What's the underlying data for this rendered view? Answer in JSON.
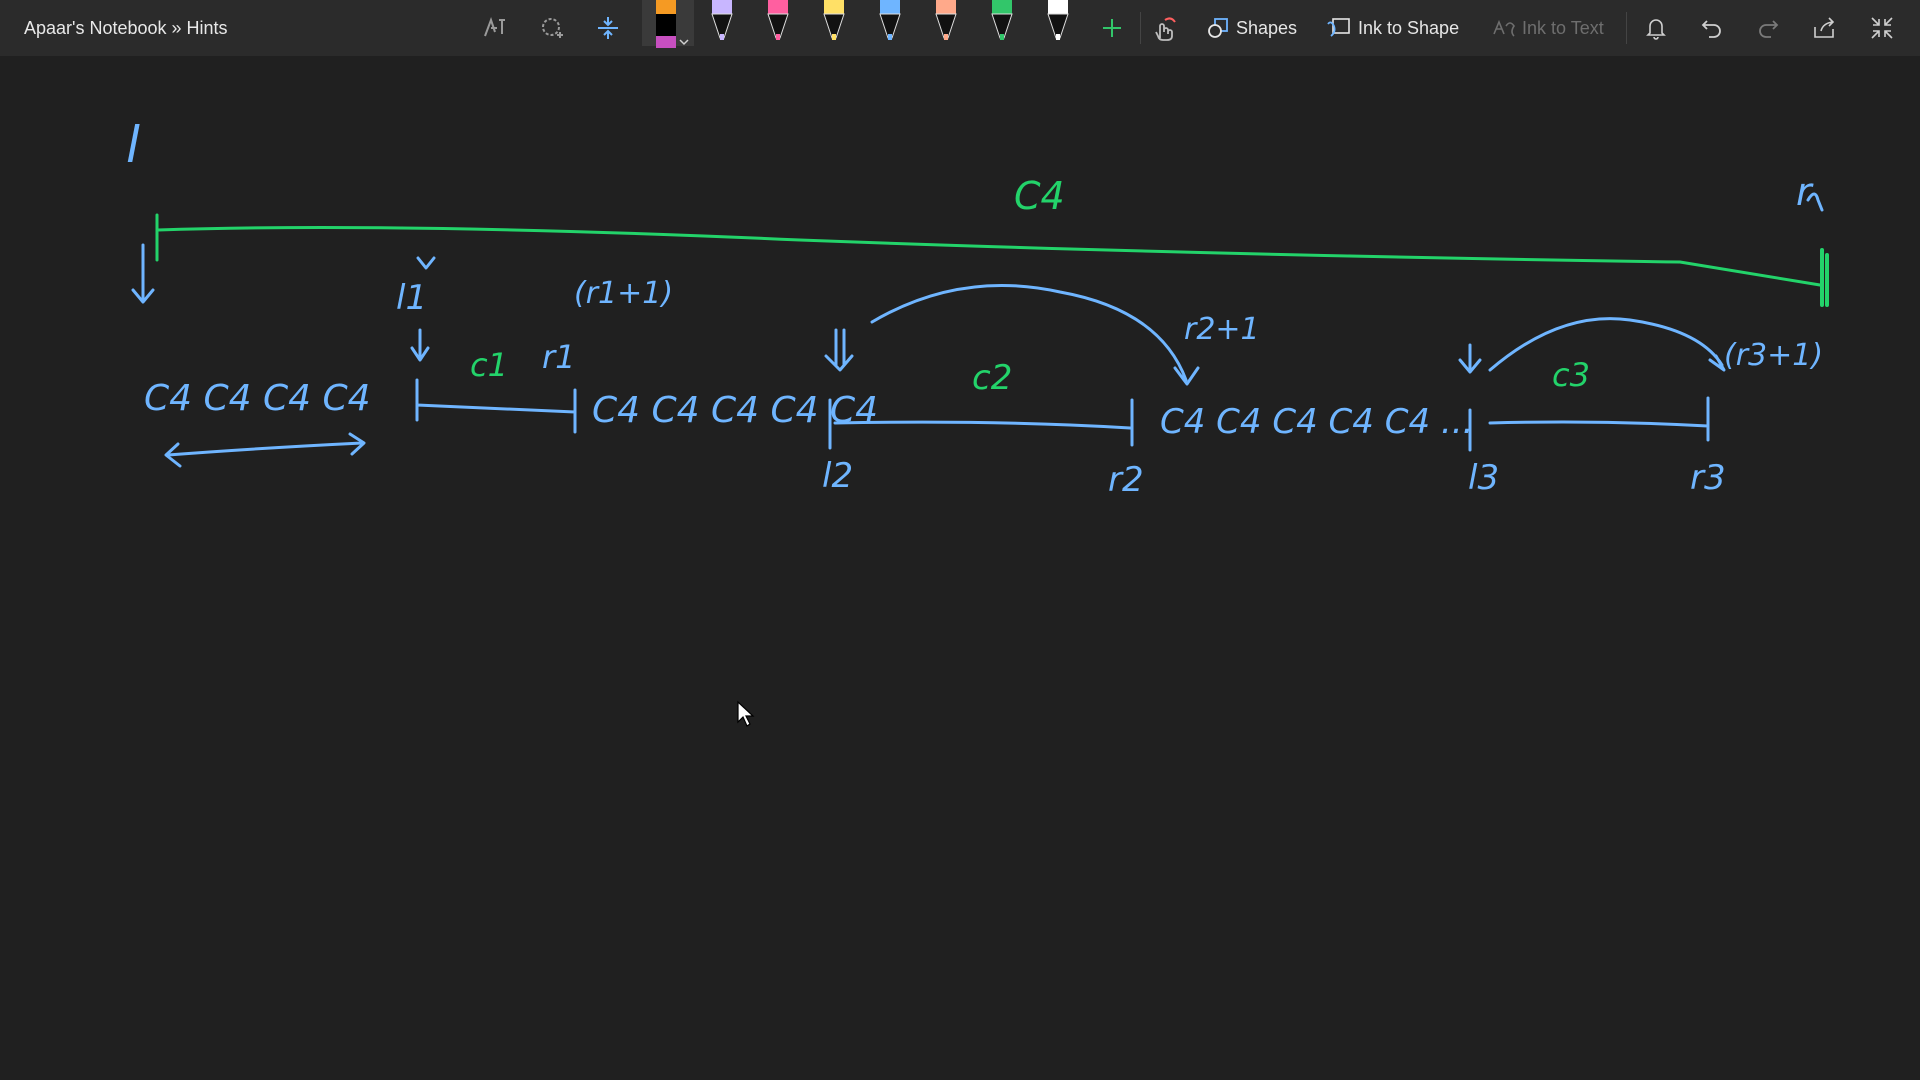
{
  "app": {
    "title": "Apaar's Notebook » Hints"
  },
  "toolbar": {
    "shapes_label": "Shapes",
    "ink_to_shape_label": "Ink to Shape",
    "ink_to_text_label": "Ink to Text",
    "pen_colors": [
      "#f59a23",
      "#c8b6ff",
      "#ff5fa0",
      "#ffe066",
      "#6fb5ff",
      "#ffa98a",
      "#32c66a",
      "#ffffff"
    ],
    "icons": [
      "lasso-select-icon",
      "eraser-icon",
      "add-space-icon",
      "pen-selected",
      "add-pen-icon",
      "touch-draw-icon",
      "bell-icon",
      "undo-icon",
      "redo-icon",
      "share-icon",
      "collapse-icon"
    ]
  },
  "ink": {
    "colors": {
      "blue": "#6fb5ff",
      "green": "#23d36a"
    },
    "labels": {
      "l": "l",
      "r": "r",
      "c4_top": "C4",
      "l1": "l1",
      "r1": "r1",
      "r1_plus": "(r1+1)",
      "c1": "c1",
      "l2": "l2",
      "r2": "r2",
      "r2_plus": "r2+1",
      "c2": "c2",
      "l3": "l3",
      "r3": "r3",
      "r3_plus": "(r3+1)",
      "c3": "c3",
      "seq1": "C4 C4 C4 C4",
      "seq2": "C4 C4 C4 C4 C4",
      "seq3": "C4 C4 C4 C4 C4 ..."
    }
  }
}
